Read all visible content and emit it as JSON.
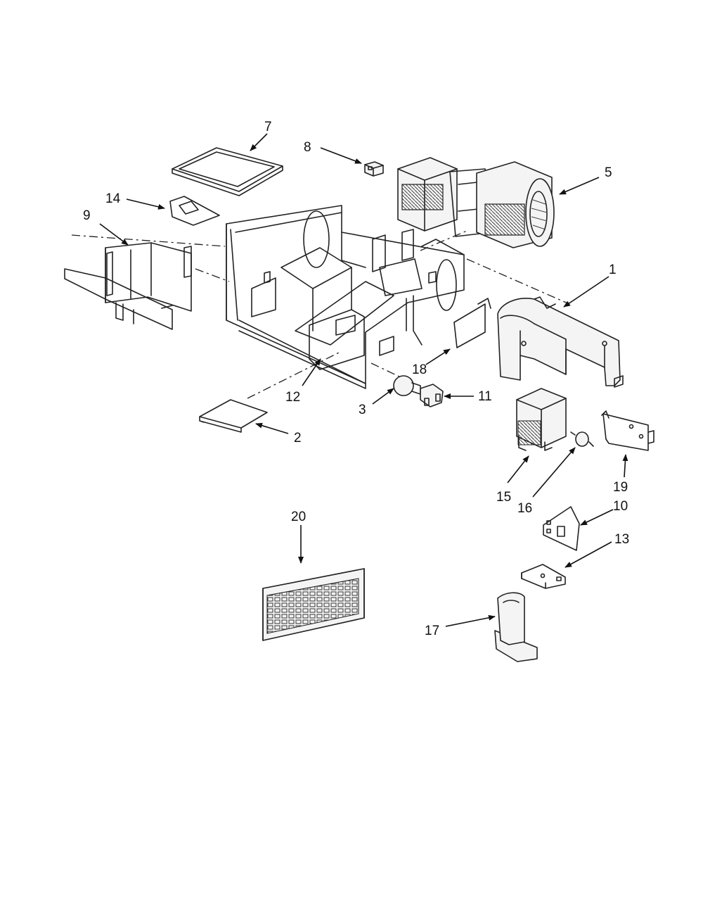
{
  "callouts": [
    {
      "id": "1",
      "label": "1"
    },
    {
      "id": "2",
      "label": "2"
    },
    {
      "id": "3",
      "label": "3"
    },
    {
      "id": "5",
      "label": "5"
    },
    {
      "id": "7",
      "label": "7"
    },
    {
      "id": "8",
      "label": "8"
    },
    {
      "id": "9",
      "label": "9"
    },
    {
      "id": "10",
      "label": "10"
    },
    {
      "id": "11",
      "label": "11"
    },
    {
      "id": "12",
      "label": "12"
    },
    {
      "id": "13",
      "label": "13"
    },
    {
      "id": "14",
      "label": "14"
    },
    {
      "id": "15",
      "label": "15"
    },
    {
      "id": "16",
      "label": "16"
    },
    {
      "id": "17",
      "label": "17"
    },
    {
      "id": "18",
      "label": "18"
    },
    {
      "id": "19",
      "label": "19"
    },
    {
      "id": "20",
      "label": "20"
    }
  ],
  "colors": {
    "line": "#222222",
    "background": "#ffffff"
  }
}
